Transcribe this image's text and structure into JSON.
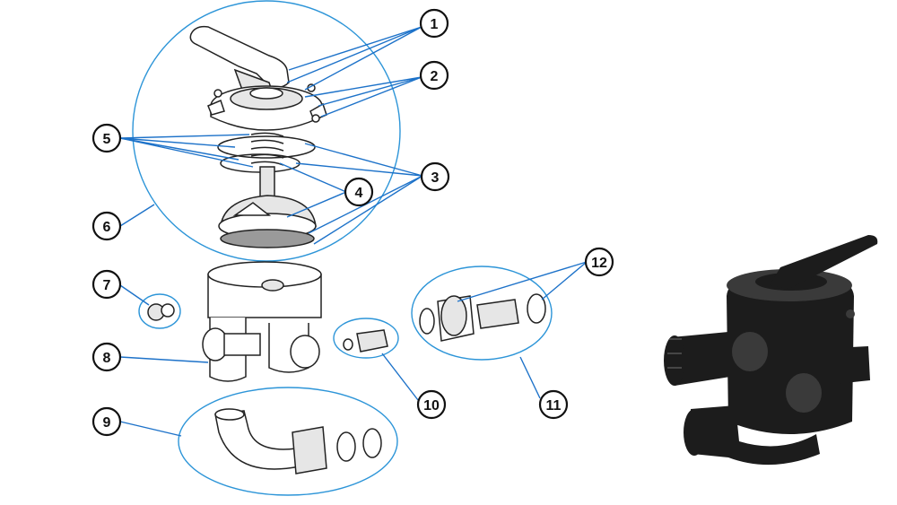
{
  "diagram": {
    "callouts": [
      {
        "label": "1"
      },
      {
        "label": "2"
      },
      {
        "label": "3"
      },
      {
        "label": "4"
      },
      {
        "label": "5"
      },
      {
        "label": "6"
      },
      {
        "label": "7"
      },
      {
        "label": "8"
      },
      {
        "label": "9"
      },
      {
        "label": "10"
      },
      {
        "label": "11"
      },
      {
        "label": "12"
      }
    ]
  },
  "colors": {
    "leader_line": "#1d72c9",
    "group_ring": "#2d95d8",
    "callout_outline": "#111111",
    "photo_valve": "#1c1c1c"
  }
}
